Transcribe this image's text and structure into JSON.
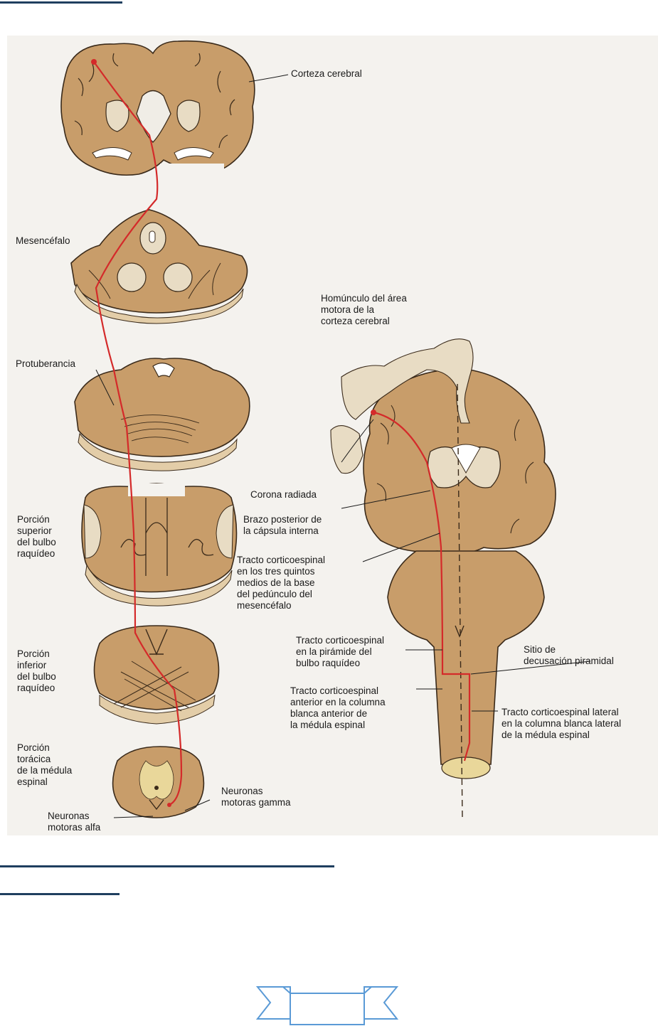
{
  "labels": {
    "corteza_cerebral": "Corteza cerebral",
    "mesencefalo": "Mesencéfalo",
    "protuberancia": "Protuberancia",
    "bulbo_superior": "Porción\nsuperior\ndel bulbo\nraquídeo",
    "bulbo_inferior": "Porción\ninferior\ndel bulbo\nraquídeo",
    "medula_toracica": "Porción\ntorácica\nde la médula\nespinal",
    "neuronas_gamma": "Neuronas\nmotoras gamma",
    "neuronas_alfa": "Neuronas\nmotoras alfa",
    "homunculo": "Homúnculo del área\nmotora de la\ncorteza cerebral",
    "corona_radiada": "Corona radiada",
    "brazo_posterior": "Brazo posterior de\nla cápsula interna",
    "tracto_pedunculo": "Tracto corticoespinal\nen los tres quintos\nmedios de la base\ndel pedúnculo del\nmesencéfalo",
    "tracto_piramide": "Tracto corticoespinal\nen la pirámide del\nbulbo raquídeo",
    "sitio_decusacion": "Sitio de\ndecusación piramidal",
    "tracto_anterior": "Tracto corticoespinal\nanterior en la columna\nblanca anterior de\nla médula espinal",
    "tracto_lateral": "Tracto corticoespinal lateral\nen la columna blanca lateral\nde la médula espinal"
  },
  "colors": {
    "tissue": "#c89d6a",
    "tissue_dark": "#a87c4c",
    "tract": "#d42a2a",
    "outline": "#3a2a1a",
    "rule": "#1f3f5f",
    "ornament": "#5a9ad6"
  }
}
